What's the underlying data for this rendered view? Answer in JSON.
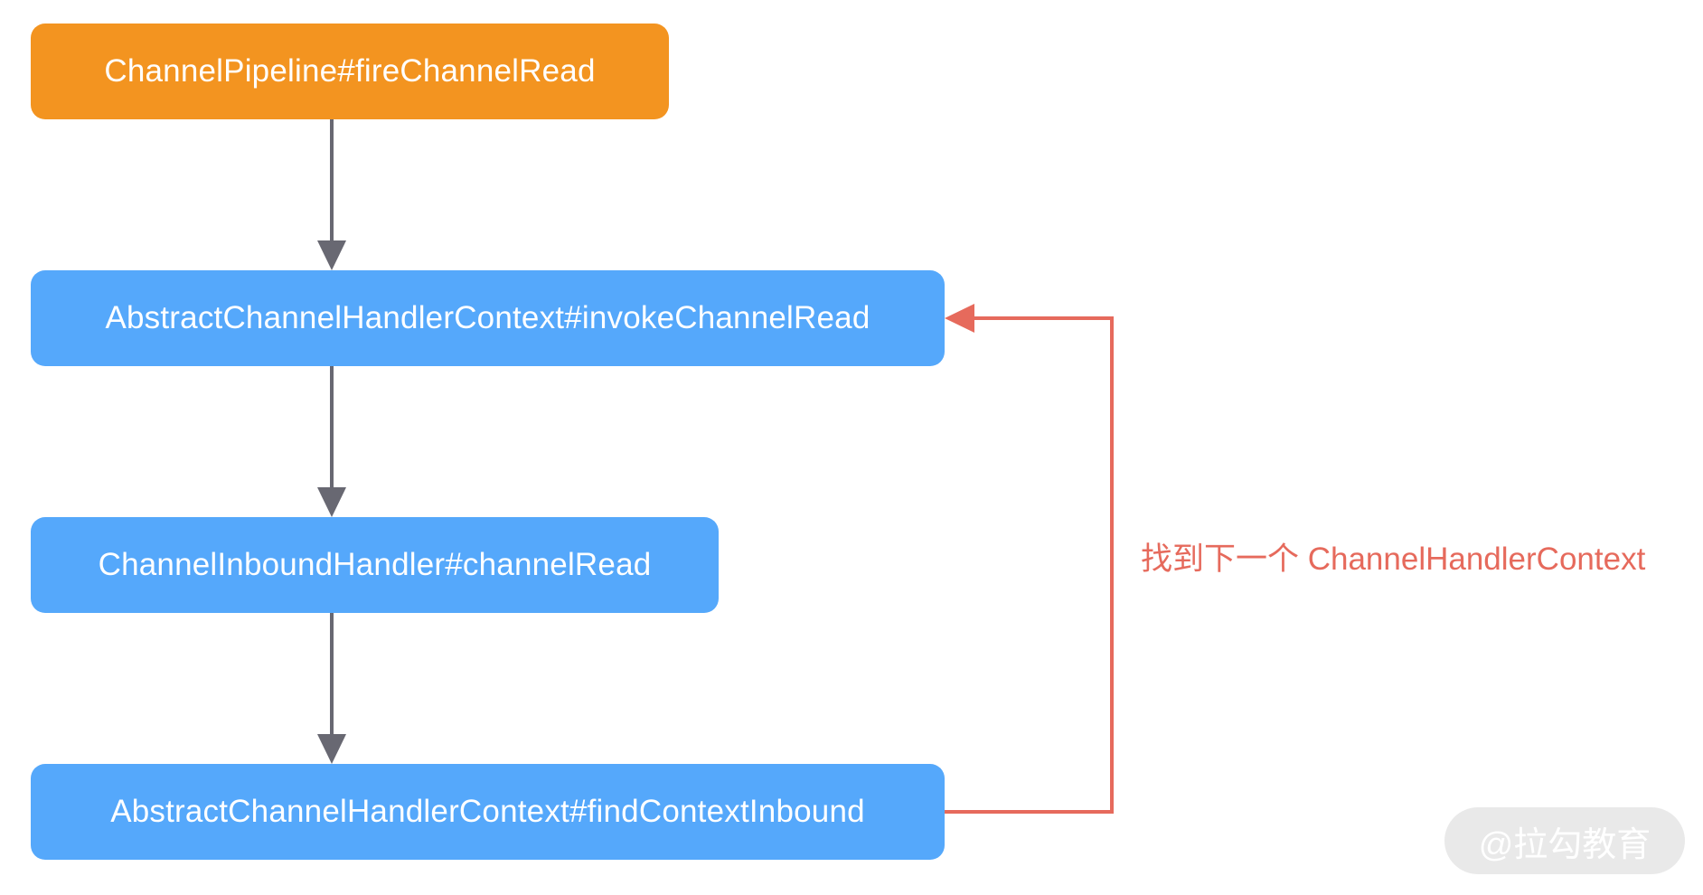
{
  "diagram": {
    "nodes": [
      {
        "id": "n1",
        "label": "ChannelPipeline#fireChannelRead",
        "color": "#F39420"
      },
      {
        "id": "n2",
        "label": "AbstractChannelHandlerContext#invokeChannelRead",
        "color": "#55A8FB"
      },
      {
        "id": "n3",
        "label": "ChannelInboundHandler#channelRead",
        "color": "#55A8FB"
      },
      {
        "id": "n4",
        "label": "AbstractChannelHandlerContext#findContextInbound",
        "color": "#55A8FB"
      }
    ],
    "edges": [
      {
        "from": "n1",
        "to": "n2",
        "color": "#686872"
      },
      {
        "from": "n2",
        "to": "n3",
        "color": "#686872"
      },
      {
        "from": "n3",
        "to": "n4",
        "color": "#686872"
      },
      {
        "from": "n4",
        "to": "n2",
        "color": "#E66A5C"
      }
    ],
    "loop_label": "找到下一个 ChannelHandlerContext"
  },
  "watermark": {
    "text": "@拉勾教育"
  }
}
